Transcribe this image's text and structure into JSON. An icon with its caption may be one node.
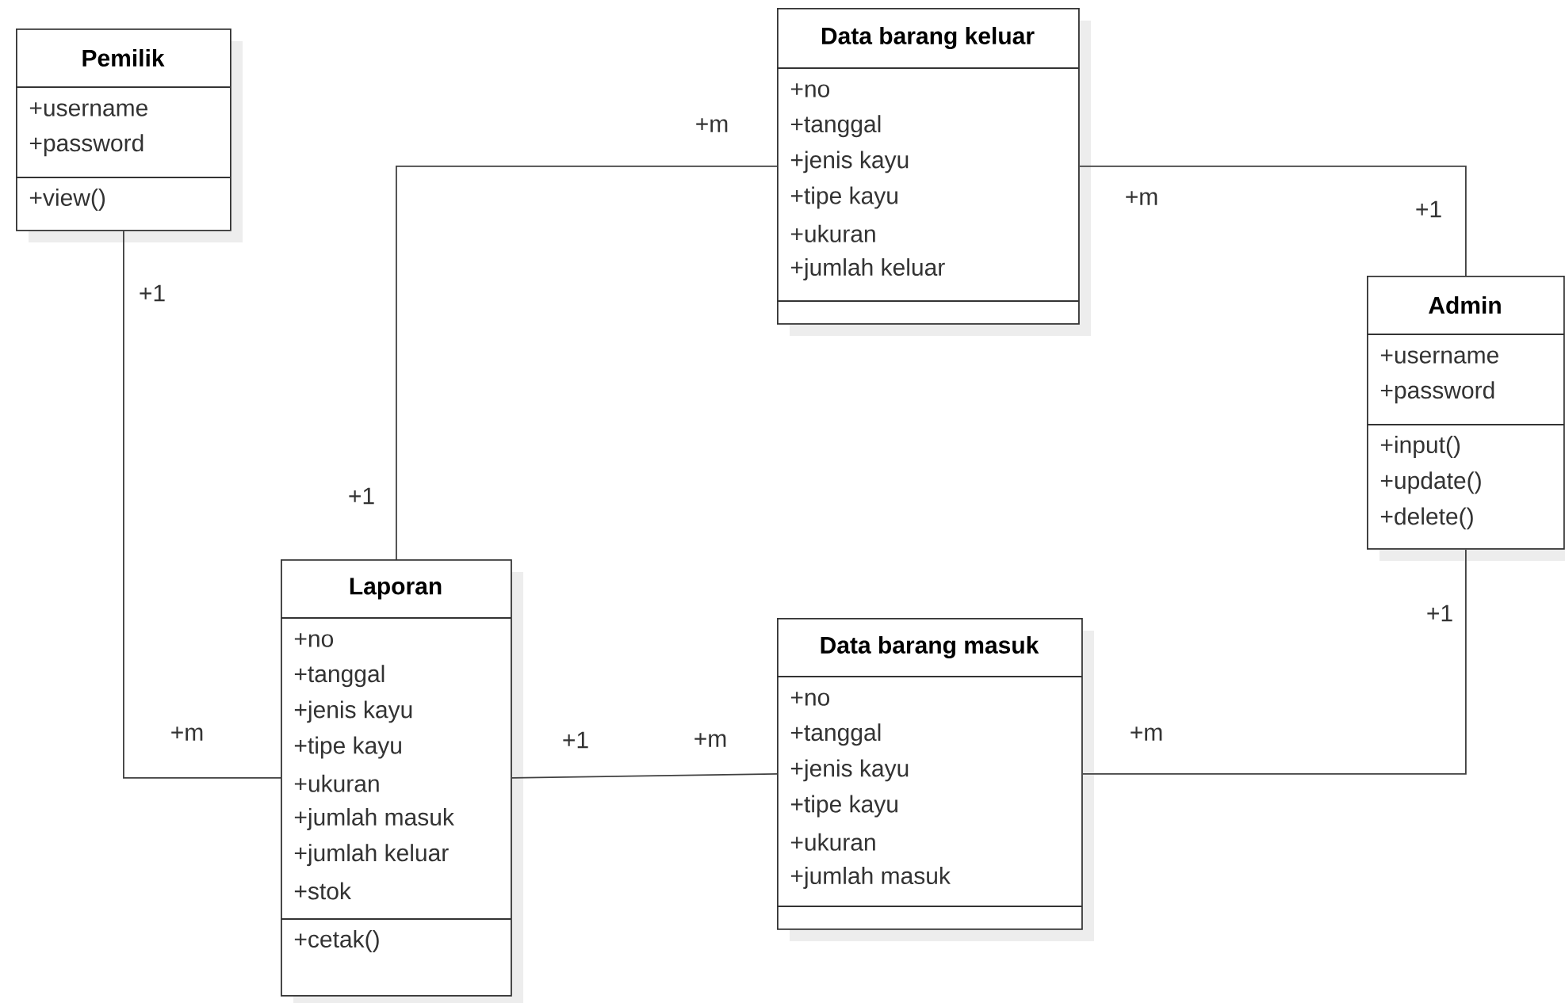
{
  "diagram": {
    "nodes": [
      {
        "text": [
          "Pemilik",
          "+username",
          "+password",
          "+view()"
        ]
      },
      {
        "text": [
          "Data barang keluar",
          "+no",
          "+tanggal",
          "+jenis kayu",
          "+tipe kayu",
          "+ukuran",
          "+jumlah keluar"
        ]
      },
      {
        "text": [
          "Admin",
          "+username",
          "+password",
          "+input()",
          "+update()",
          "+delete()"
        ]
      },
      {
        "text": [
          "Laporan",
          "+no",
          "+tanggal",
          "+jenis kayu",
          "+tipe kayu",
          "+ukuran",
          "+jumlah masuk",
          "+jumlah keluar",
          "+stok",
          "+cetak()"
        ]
      },
      {
        "text": [
          "Data barang masuk",
          "+no",
          "+tanggal",
          "+jenis kayu",
          "+tipe kayu",
          "+ukuran",
          "+jumlah masuk"
        ]
      }
    ],
    "edges": [
      {
        "from": 0,
        "to": 3,
        "arrow": "none"
      },
      {
        "from": 3,
        "to": 1,
        "arrow": "none"
      },
      {
        "from": 1,
        "to": 2,
        "arrow": "none"
      },
      {
        "from": 3,
        "to": 4,
        "arrow": "none"
      },
      {
        "from": 4,
        "to": 2,
        "arrow": "none"
      }
    ],
    "labels": [
      "+m",
      "+m",
      "+1",
      "+1",
      "+1",
      "+1",
      "+m",
      "+1",
      "+m",
      "+m"
    ]
  }
}
